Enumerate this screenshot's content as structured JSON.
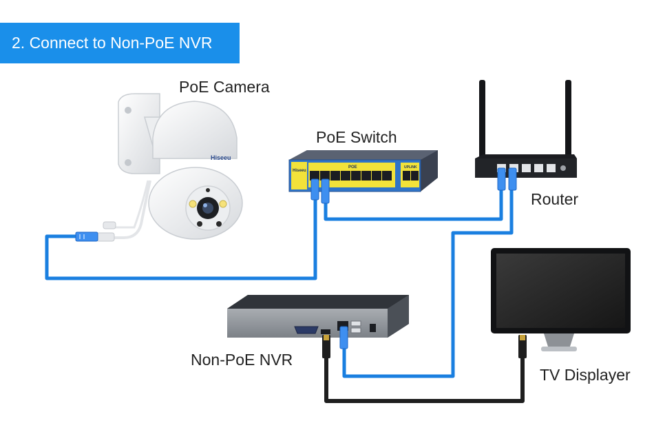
{
  "title": "2. Connect to Non-PoE NVR",
  "labels": {
    "camera": "PoE Camera",
    "switch": "PoE Switch",
    "router": "Router",
    "nvr": "Non-PoE NVR",
    "tv": "TV Displayer"
  },
  "device_marks": {
    "camera_brand": "Hiseeu",
    "switch_brand": "Hiseeu",
    "switch_poe": "POE",
    "switch_uplink": "UPLINK"
  },
  "colors": {
    "banner": "#1a8fea",
    "ethernet_cable": "#1a7fe0",
    "hdmi_cable": "#1e1e1e",
    "switch_body": "#3a4150",
    "switch_panel": "#f2e23a",
    "switch_port_area": "#2f74c8"
  }
}
